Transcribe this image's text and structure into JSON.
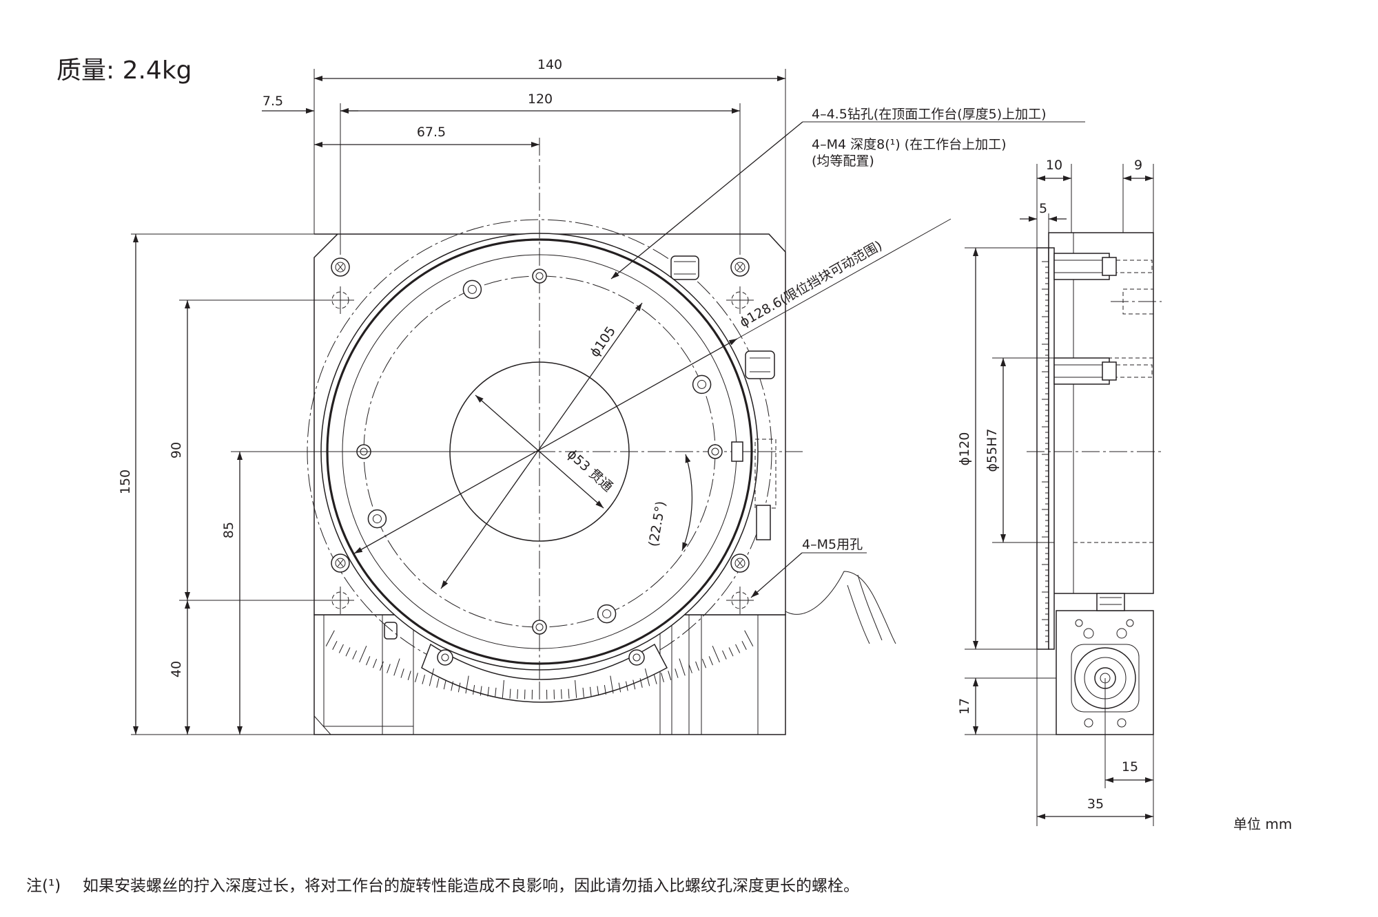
{
  "weight_label": "质量: 2.4kg",
  "unit_label": "单位 mm",
  "footnote": {
    "marker": "注(¹)",
    "text": "如果安装螺丝的拧入深度过长，将对工作台的旋转性能造成不良影响，因此请勿插入比螺纹孔深度更长的螺栓。"
  },
  "front_view": {
    "dims": {
      "width_140": "140",
      "hole_pitch_120": "120",
      "offset_7_5": "7.5",
      "center_67_5": "67.5",
      "height_150": "150",
      "pitch_90": "90",
      "center_85": "85",
      "bottom_40": "40"
    },
    "diameters": {
      "d105": "ϕ105",
      "d53": "ϕ53 贯通",
      "d128": "ϕ128.6(限位挡块可动范围)",
      "angle": "(22.5°)"
    },
    "callouts": {
      "holes_4_5_line1": "4–4.5钻孔(在顶面工作台(厚度5)上加工)",
      "holes_m4_line2": "4–M4 深度8(¹) (在工作台上加工)",
      "holes_m4_line3": "(均等配置)",
      "holes_m5": "4–M5用孔"
    }
  },
  "side_view": {
    "dims": {
      "d10": "10",
      "d9": "9",
      "d5": "5",
      "d120": "ϕ120",
      "d55h7": "ϕ55H7",
      "d17": "17",
      "d15": "15",
      "d35": "35"
    }
  }
}
